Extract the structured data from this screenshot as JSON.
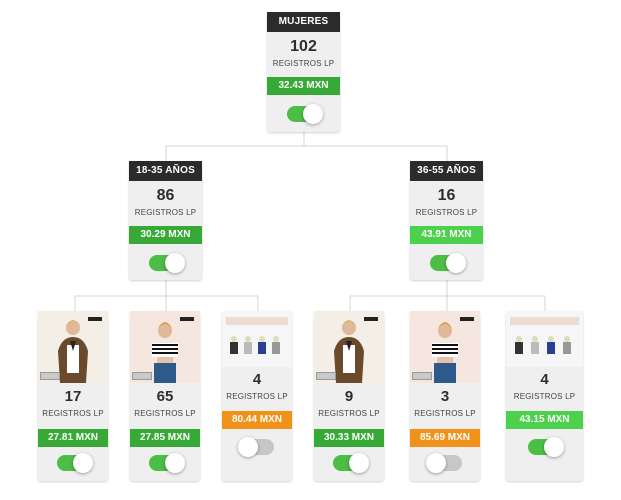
{
  "colors": {
    "header_bg": "#2b2b2b",
    "card_bg": "#efefef",
    "cost_green": "#36a936",
    "cost_light_green": "#4cd14c",
    "cost_orange": "#f0921a",
    "toggle_on": "#4cbd45",
    "toggle_off": "#c7c7c7"
  },
  "sub_label": "REGISTROS LP",
  "root": {
    "header": "MUJERES",
    "count": "102",
    "cost": "32.43 MXN",
    "cost_color": "green",
    "toggle": "on"
  },
  "age_groups": [
    {
      "header": "18-35 AÑOS",
      "count": "86",
      "cost": "30.29 MXN",
      "cost_color": "green",
      "toggle": "on",
      "ads": [
        {
          "image": "model-leopard-cardigan",
          "count": "17",
          "cost": "27.81 MXN",
          "cost_color": "green",
          "toggle": "on"
        },
        {
          "image": "model-striped-top",
          "count": "65",
          "cost": "27.85 MXN",
          "cost_color": "green",
          "toggle": "on"
        },
        {
          "image": "product-grid",
          "count": "4",
          "cost": "80.44 MXN",
          "cost_color": "orange",
          "toggle": "off"
        }
      ]
    },
    {
      "header": "36-55 AÑOS",
      "count": "16",
      "cost": "43.91 MXN",
      "cost_color": "light-green",
      "toggle": "on",
      "ads": [
        {
          "image": "model-leopard-cardigan",
          "count": "9",
          "cost": "30.33 MXN",
          "cost_color": "green",
          "toggle": "on"
        },
        {
          "image": "model-striped-top",
          "count": "3",
          "cost": "85.69 MXN",
          "cost_color": "orange",
          "toggle": "off"
        },
        {
          "image": "product-grid",
          "count": "4",
          "cost": "43.15 MXN",
          "cost_color": "light-green",
          "toggle": "on"
        }
      ]
    }
  ]
}
